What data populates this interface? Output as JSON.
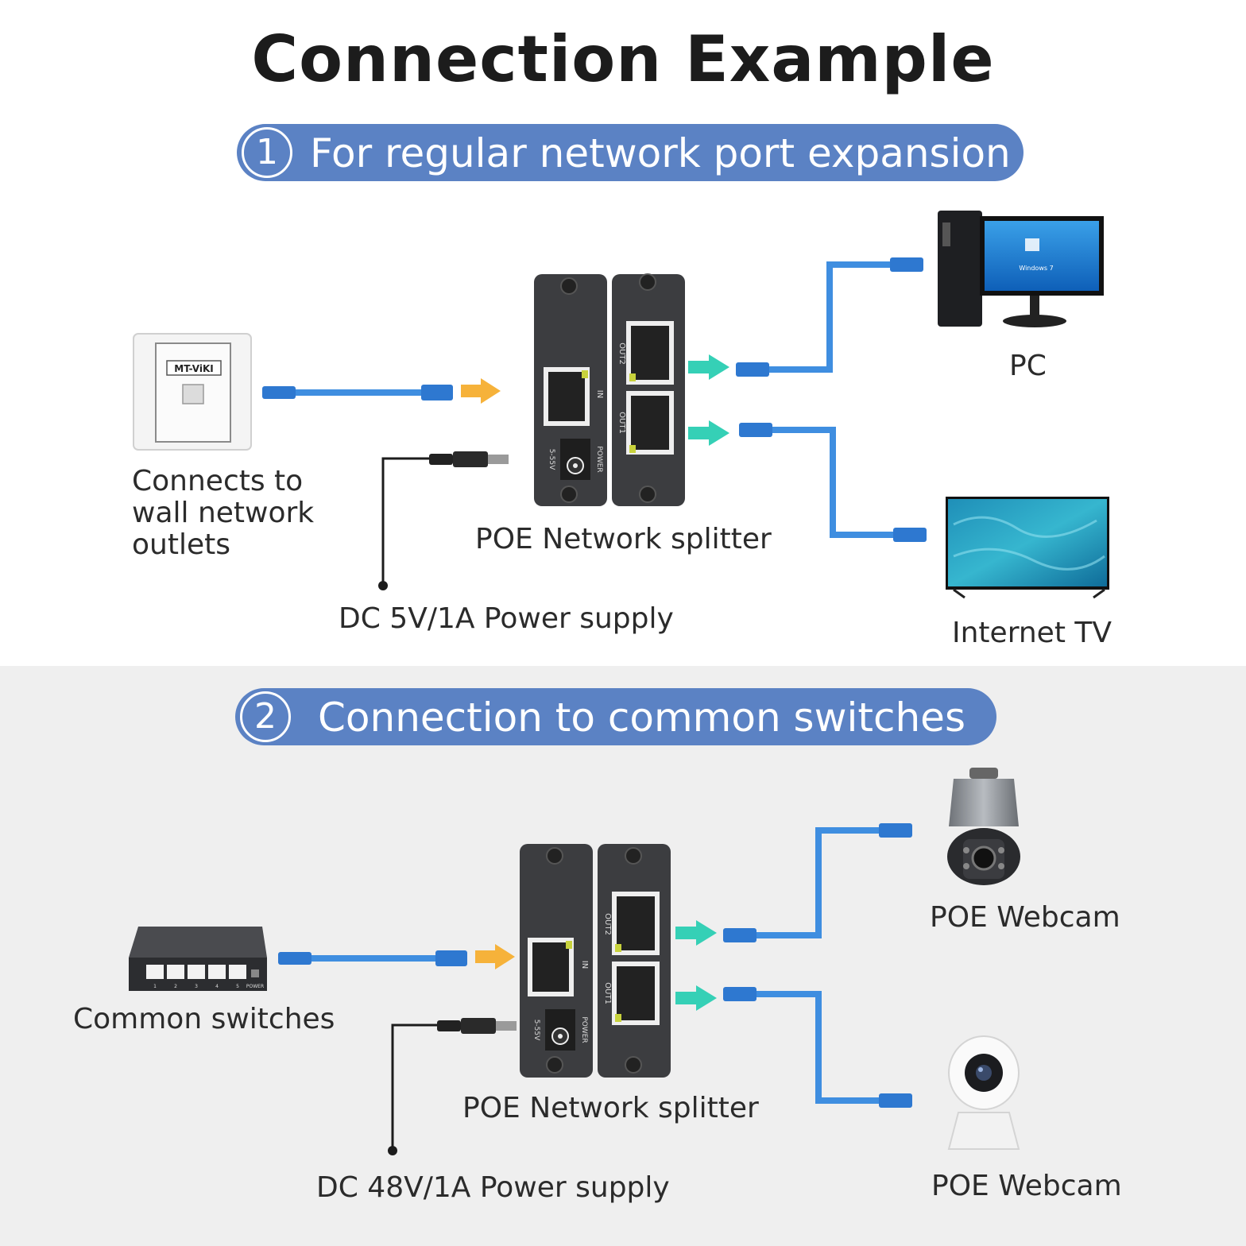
{
  "title": "Connection Example",
  "section1": {
    "number": "1",
    "heading": "For regular network port expansion",
    "wall_outlet_brand": "MT-ViKI",
    "wall_outlet_label_lines": [
      "Connects to",
      "wall network",
      "outlets"
    ],
    "splitter_label": "POE Network splitter",
    "power_label": "DC 5V/1A Power supply",
    "pc_label": "PC",
    "tv_label": "Internet TV",
    "pc_screen_text": "Windows 7"
  },
  "section2": {
    "number": "2",
    "heading": "Connection to common switches",
    "switch_label": "Common switches",
    "switch_port_numbers": [
      "1",
      "2",
      "3",
      "4",
      "5"
    ],
    "switch_power_text": "POWER",
    "splitter_label": "POE Network splitter",
    "power_label": "DC 48V/1A Power supply",
    "webcam1_label": "POE Webcam",
    "webcam2_label": "POE Webcam"
  },
  "splitter_markings": {
    "in": "IN",
    "out1": "OUT1",
    "out2": "OUT2",
    "power": "POWER",
    "voltage": "5-55V"
  },
  "colors": {
    "banner": "#5b82c4",
    "cable": "#3f8ee0",
    "input_arrow": "#f6b23a",
    "output_arrow": "#35d0b6",
    "device_body": "#3c3d40"
  }
}
